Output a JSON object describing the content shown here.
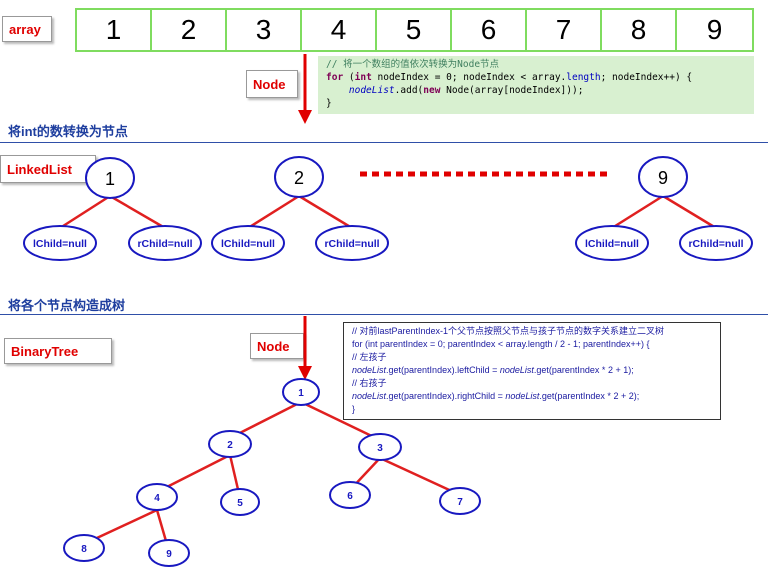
{
  "labels": {
    "array": "array",
    "node_top": "Node",
    "linkedlist": "LinkedList",
    "binarytree": "BinaryTree",
    "node_bottom": "Node"
  },
  "array_values": [
    "1",
    "2",
    "3",
    "4",
    "5",
    "6",
    "7",
    "8",
    "9"
  ],
  "code_top": {
    "comment": "// 将一个数组的值依次转换为Node节点",
    "kw_for": "for",
    "for_a": " (",
    "kw_int": "int",
    "for_b": " nodeIndex = 0; nodeIndex < array.",
    "fld_length": "length",
    "for_c": "; nodeIndex++) {",
    "it_nodelist": "nodeList",
    "add_a": ".add(",
    "kw_new": "new",
    "add_b": " Node(array[nodeIndex]));",
    "close": "}"
  },
  "headings": {
    "convert": "将int的数转换为节点",
    "build": "将各个节点构造成树"
  },
  "linked_nodes": [
    {
      "value": "1",
      "lchild": "lChild=null",
      "rchild": "rChild=null"
    },
    {
      "value": "2",
      "lchild": "lChild=null",
      "rchild": "rChild=null"
    },
    {
      "value": "9",
      "lchild": "lChild=null",
      "rchild": "rChild=null"
    }
  ],
  "code_bottom": {
    "line1": "// 对前lastParentIndex-1个父节点按照父节点与孩子节点的数字关系建立二叉树",
    "line2": "for (int parentIndex = 0; parentIndex < array.length / 2 - 1; parentIndex++) {",
    "line3": "// 左孩子",
    "line4_it1": "nodeList",
    "line4_a": ".get(parentIndex).leftChild = ",
    "line4_it2": "nodeList",
    "line4_b": ".get(parentIndex * 2 + 1);",
    "line5": "// 右孩子",
    "line6_it1": "nodeList",
    "line6_a": ".get(parentIndex).rightChild = ",
    "line6_it2": "nodeList",
    "line6_b": ".get(parentIndex * 2 + 2);",
    "line7": "}"
  },
  "tree_nodes": [
    "1",
    "2",
    "3",
    "4",
    "5",
    "6",
    "7",
    "8",
    "9"
  ],
  "colors": {
    "accent_red": "#e00000",
    "edge_red": "#e02020",
    "node_blue": "#1818c0",
    "array_green": "#7fdc5f",
    "heading_blue": "#1f3f9f"
  }
}
